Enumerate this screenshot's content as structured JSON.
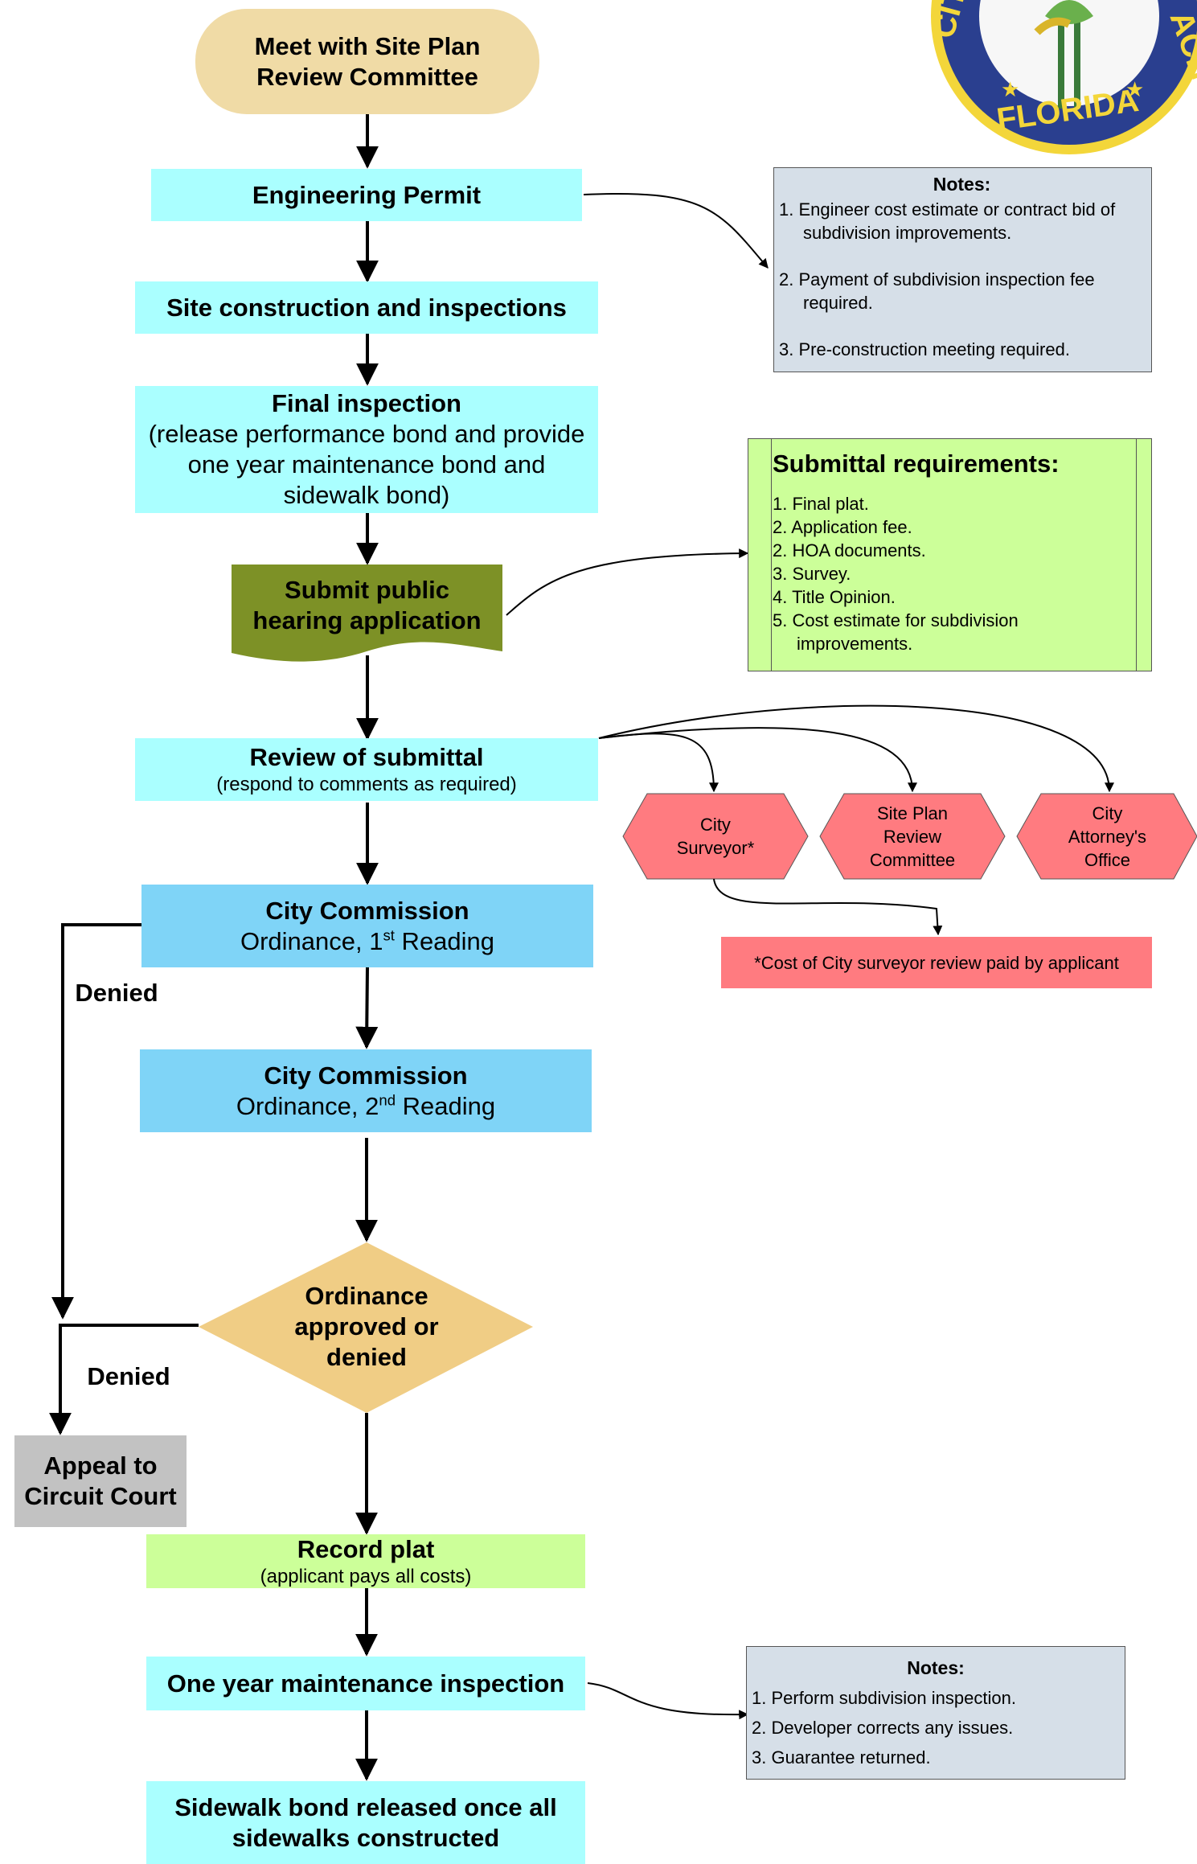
{
  "colors": {
    "start": "#f0dba6",
    "cyan": "#aaffff",
    "commission": "#7fd4f7",
    "submit_doc": "#7d9126",
    "submittal_box": "#ccff99",
    "hexagon": "#ff7b80",
    "diamond": "#f0cd85",
    "appeal": "#c2c2c2",
    "record": "#ccff99",
    "notes": "#d6dfe8"
  },
  "flow": {
    "start": {
      "line1": "Meet with Site Plan",
      "line2": "Review Committee"
    },
    "engineering_permit": "Engineering Permit",
    "site_construction": "Site construction and inspections",
    "final_inspection": {
      "title": "Final inspection",
      "line2": "(release performance bond and provide",
      "line3": "one year maintenance bond and",
      "line4": "sidewalk bond)"
    },
    "submit_application": {
      "line1": "Submit public",
      "line2": "hearing application"
    },
    "review": {
      "title": "Review of submittal",
      "subtitle": "(respond to comments as required)"
    },
    "commission_1": {
      "title": "City Commission",
      "prefix": "Ordinance, 1",
      "sup": "st",
      "suffix": " Reading"
    },
    "commission_2": {
      "title": "City Commission",
      "prefix": "Ordinance, 2",
      "sup": "nd",
      "suffix": " Reading"
    },
    "decision": {
      "line1": "Ordinance",
      "line2": "approved or",
      "line3": "denied"
    },
    "denied_1": "Denied",
    "denied_2": "Denied",
    "appeal": {
      "line1": "Appeal to",
      "line2": "Circuit Court"
    },
    "record_plat": {
      "title": "Record plat",
      "subtitle": "(applicant pays all costs)"
    },
    "maintenance": "One year maintenance inspection",
    "sidewalk": {
      "line1": "Sidewalk bond released once all",
      "line2": "sidewalks constructed"
    }
  },
  "reviewers": {
    "surveyor": {
      "line1": "City",
      "line2": "Surveyor*"
    },
    "site_plan": {
      "line1": "Site Plan",
      "line2": "Review",
      "line3": "Committee"
    },
    "attorney": {
      "line1": "City",
      "line2": "Attorney's",
      "line3": "Office"
    },
    "surveyor_cost": "*Cost of City surveyor review paid by applicant"
  },
  "notes_1": {
    "title": "Notes:",
    "items": [
      "1. Engineer cost estimate or contract bid of subdivision improvements.",
      "2. Payment of subdivision inspection fee required.",
      "3. Pre-construction meeting required."
    ]
  },
  "submittal": {
    "title": "Submittal requirements:",
    "items": [
      "1. Final plat.",
      "2. Application fee.",
      "2. HOA documents.",
      "3. Survey.",
      "4. Title Opinion.",
      "5. Cost estimate for subdivision improvements."
    ]
  },
  "notes_2": {
    "title": "Notes:",
    "items": [
      "1. Perform subdivision inspection.",
      "2. Developer corrects any issues.",
      "3. Guarantee returned."
    ]
  },
  "seal": {
    "text": "CITY FLORIDA ACH"
  }
}
